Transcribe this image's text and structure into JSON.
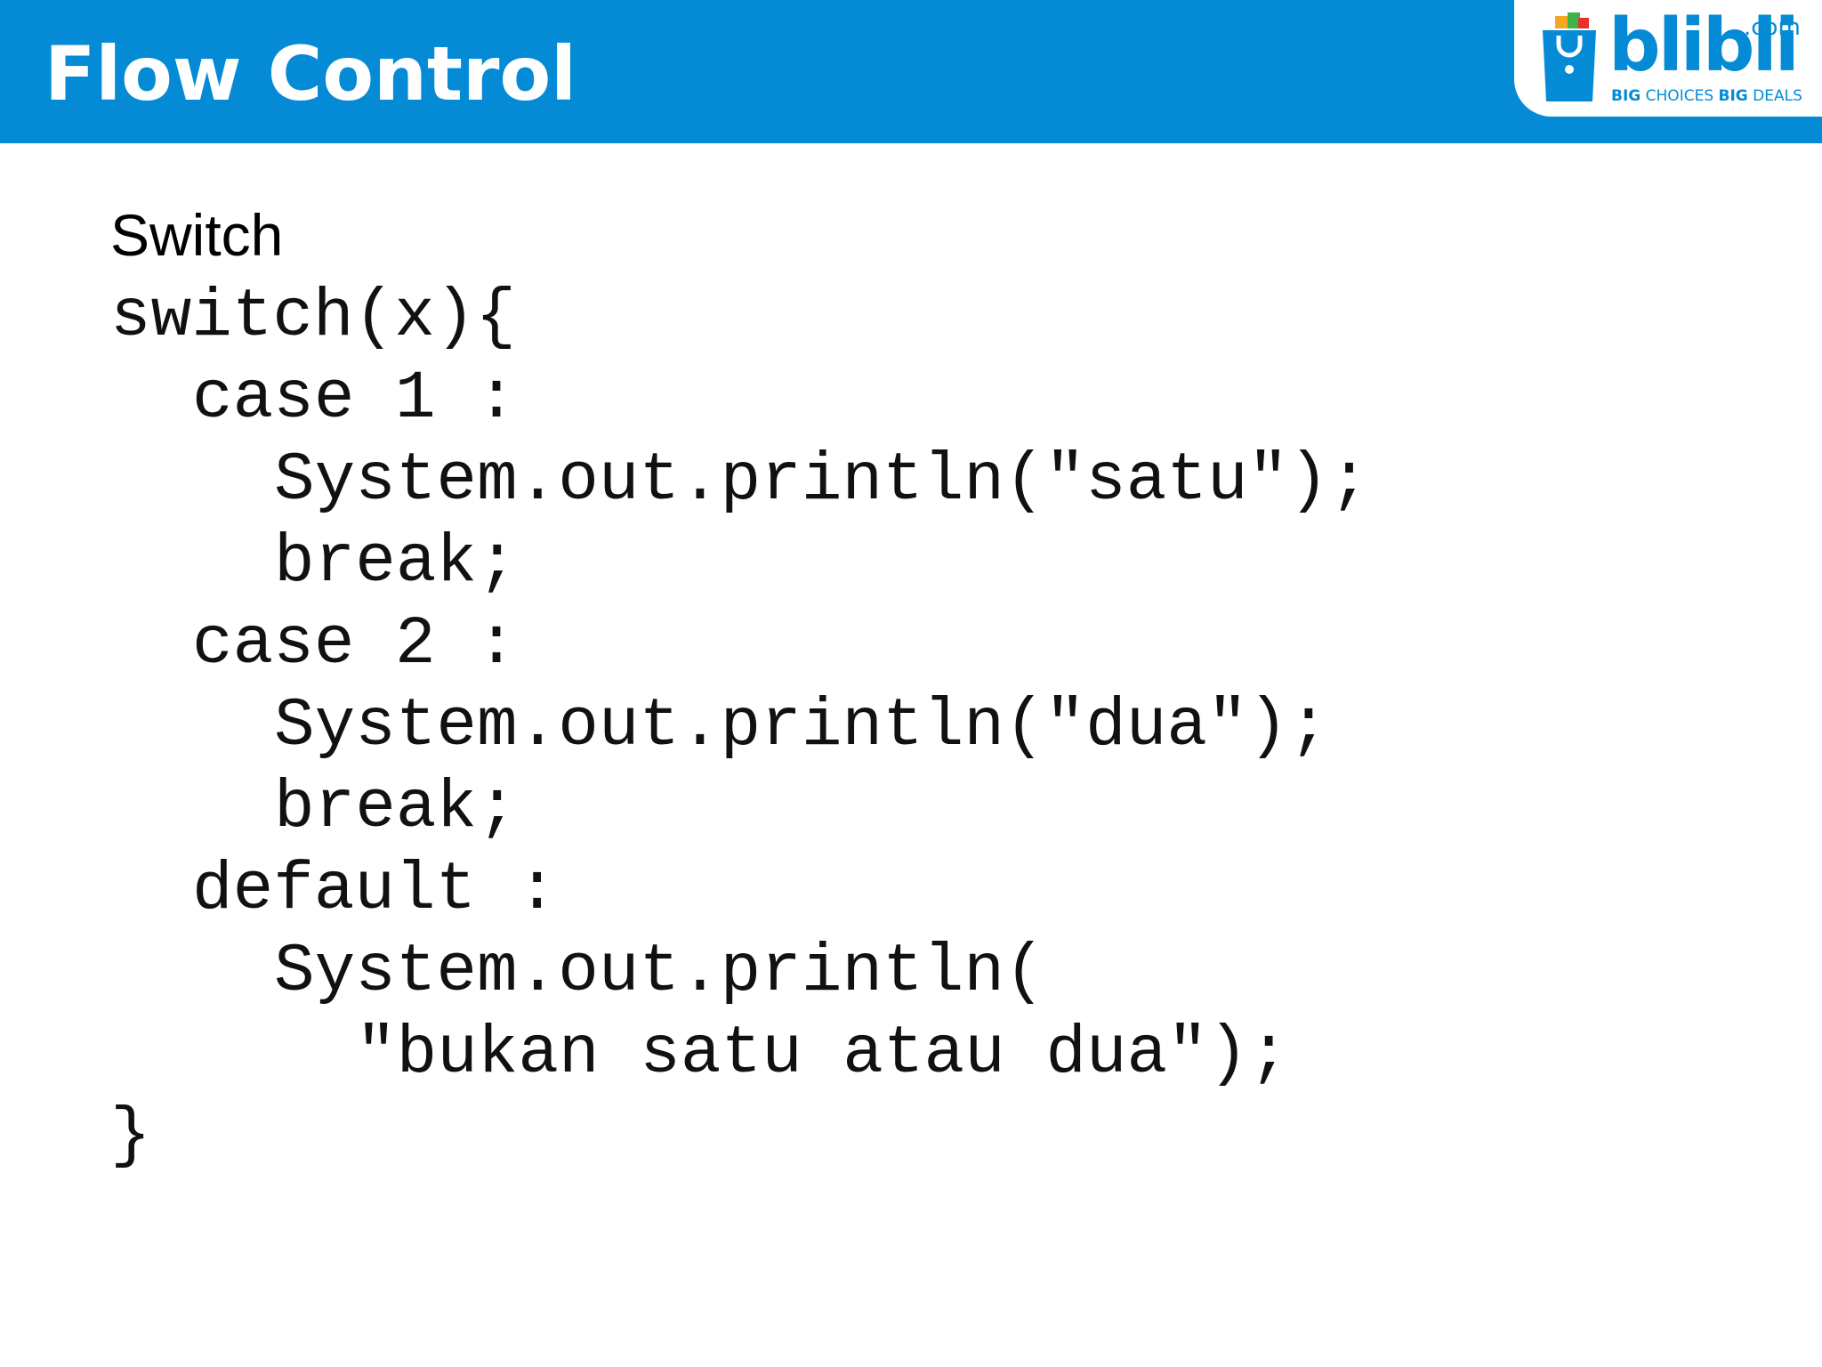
{
  "slide": {
    "title": "Flow Control",
    "heading": "Switch"
  },
  "logo": {
    "name": "blibli",
    "domain_suffix": ".com",
    "tagline_big_1": "BIG",
    "tagline_choices": "CHOICES",
    "tagline_big_2": "BIG",
    "tagline_deals": "DEALS"
  },
  "code": {
    "lines": [
      "switch(x){",
      "case 1 :",
      "System.out.println(\"satu\");",
      "break;",
      "case 2 :",
      "System.out.println(\"dua\");",
      "break;",
      "default :",
      "System.out.println(",
      "\"bukan satu atau dua\");",
      "}"
    ]
  },
  "colors": {
    "header_blue": "#058bd5",
    "text": "#000000",
    "bag_orange": "#f6a623",
    "bag_red": "#e5322d",
    "bag_green": "#3fb24a"
  }
}
